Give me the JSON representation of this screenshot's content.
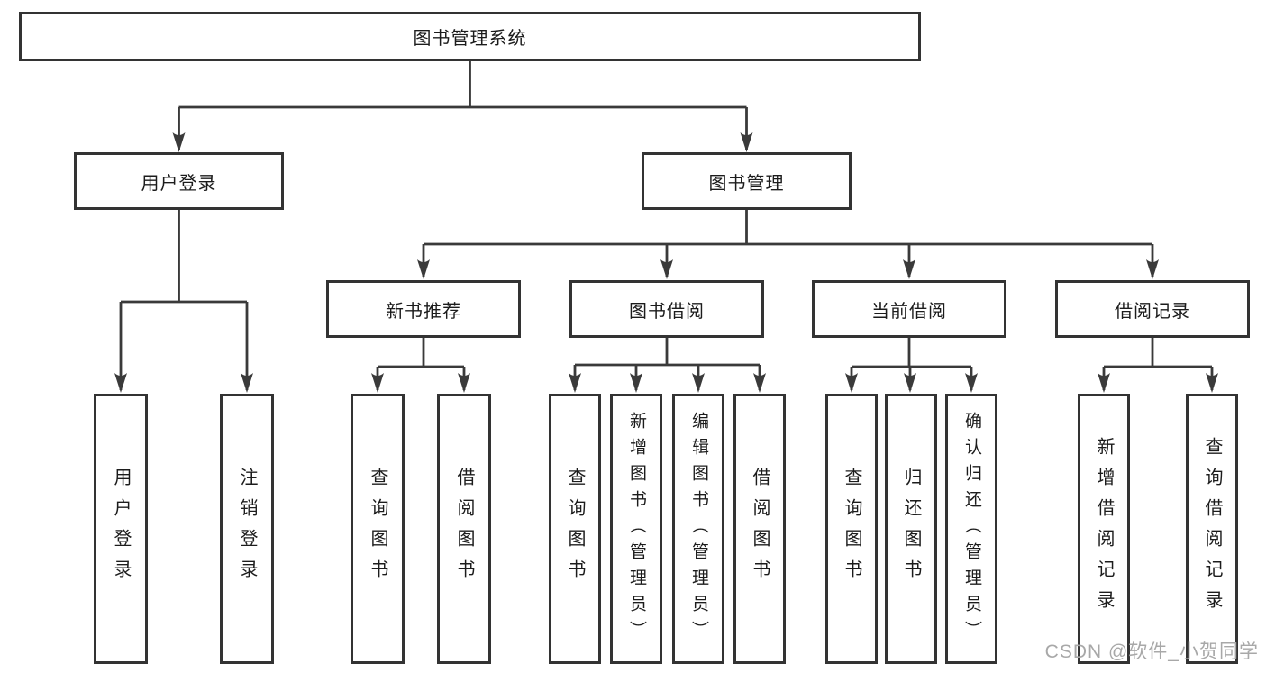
{
  "diagram": {
    "root": {
      "label": "图书管理系统"
    },
    "level2": [
      {
        "label": "用户登录"
      },
      {
        "label": "图书管理"
      }
    ],
    "level3": [
      {
        "label": "新书推荐",
        "parent": "图书管理"
      },
      {
        "label": "图书借阅",
        "parent": "图书管理"
      },
      {
        "label": "当前借阅",
        "parent": "图书管理"
      },
      {
        "label": "借阅记录",
        "parent": "图书管理"
      }
    ],
    "leaves": [
      {
        "label": "用户登录",
        "parent": "用户登录"
      },
      {
        "label": "注销登录",
        "parent": "用户登录"
      },
      {
        "label": "查询图书",
        "parent": "新书推荐"
      },
      {
        "label": "借阅图书",
        "parent": "新书推荐"
      },
      {
        "label": "查询图书",
        "parent": "图书借阅"
      },
      {
        "label": "新增图书（管理员）",
        "parent": "图书借阅"
      },
      {
        "label": "编辑图书（管理员）",
        "parent": "图书借阅"
      },
      {
        "label": "借阅图书",
        "parent": "图书借阅"
      },
      {
        "label": "查询图书",
        "parent": "当前借阅"
      },
      {
        "label": "归还图书",
        "parent": "当前借阅"
      },
      {
        "label": "确认归还（管理员）",
        "parent": "当前借阅"
      },
      {
        "label": "新增借阅记录",
        "parent": "借阅记录"
      },
      {
        "label": "查询借阅记录",
        "parent": "借阅记录"
      }
    ]
  },
  "watermark": {
    "text": "CSDN @软件_小贺同学"
  },
  "colors": {
    "line": "#3a3a3a",
    "box_border": "#333333",
    "text": "#1c1c1c",
    "background": "#ffffff",
    "watermark": "#a8a8a8"
  }
}
